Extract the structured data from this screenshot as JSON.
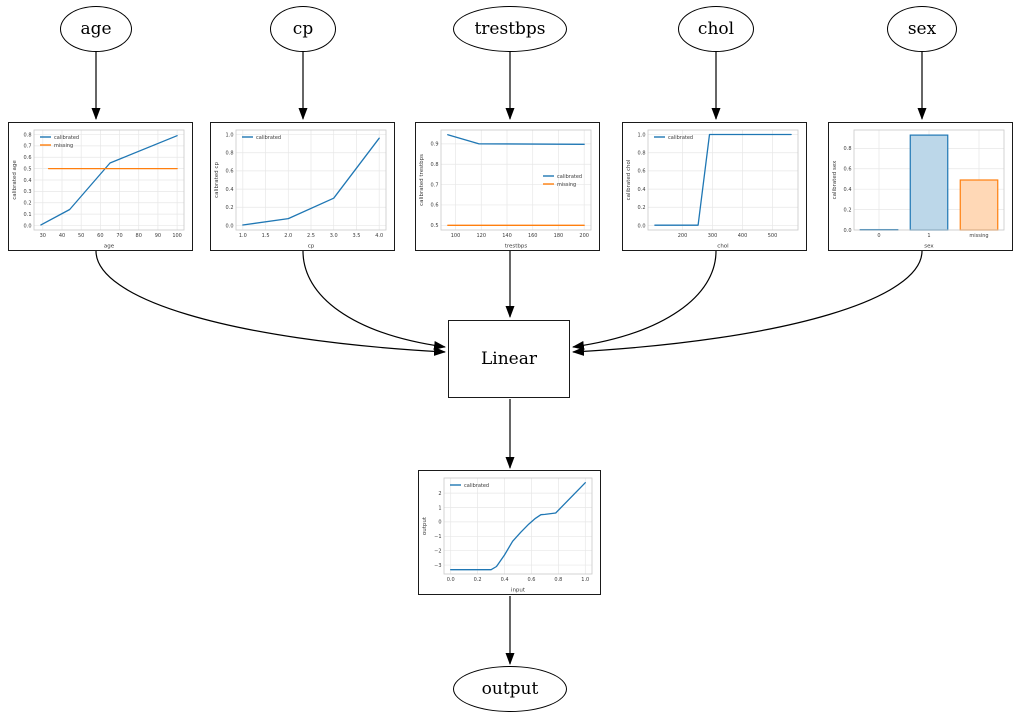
{
  "diagram": {
    "nodes": {
      "age": {
        "label": "age",
        "shape": "ellipse"
      },
      "cp": {
        "label": "cp",
        "shape": "ellipse"
      },
      "trestbps": {
        "label": "trestbps",
        "shape": "ellipse"
      },
      "chol": {
        "label": "chol",
        "shape": "ellipse"
      },
      "sex": {
        "label": "sex",
        "shape": "ellipse"
      },
      "linear": {
        "label": "Linear",
        "shape": "box"
      },
      "output": {
        "label": "output",
        "shape": "ellipse"
      }
    },
    "edges": [
      {
        "from": "age",
        "to": "age_cal"
      },
      {
        "from": "cp",
        "to": "cp_cal"
      },
      {
        "from": "trestbps",
        "to": "trestbps_cal"
      },
      {
        "from": "chol",
        "to": "chol_cal"
      },
      {
        "from": "sex",
        "to": "sex_cal"
      },
      {
        "from": "age_cal",
        "to": "linear"
      },
      {
        "from": "cp_cal",
        "to": "linear"
      },
      {
        "from": "trestbps_cal",
        "to": "linear"
      },
      {
        "from": "chol_cal",
        "to": "linear"
      },
      {
        "from": "sex_cal",
        "to": "linear"
      },
      {
        "from": "linear",
        "to": "output_cal"
      },
      {
        "from": "output_cal",
        "to": "output"
      }
    ]
  },
  "palette": {
    "calibrated": "#1f77b4",
    "missing": "#ff7f0e",
    "bar_fill_blue": "#bcd7e9",
    "bar_fill_orange": "#ffd8b6",
    "grid": "#e7e7e7",
    "spine": "#c9c9c9",
    "edge_stroke": "#000000"
  },
  "chart_data": [
    {
      "id": "age_cal",
      "type": "line",
      "title": "",
      "xlabel": "age",
      "ylabel": "calibrated age",
      "xlim": [
        25.4,
        103.6
      ],
      "ylim": [
        -0.04,
        0.84
      ],
      "grid": true,
      "xticks": {
        "values": [
          30,
          40,
          50,
          60,
          70,
          80,
          90,
          100
        ],
        "labels": [
          "30",
          "40",
          "50",
          "60",
          "70",
          "80",
          "90",
          "100"
        ]
      },
      "yticks": {
        "values": [
          0.0,
          0.1,
          0.2,
          0.3,
          0.4,
          0.5,
          0.6,
          0.7,
          0.8
        ],
        "labels": [
          "0.0",
          "0.1",
          "0.2",
          "0.3",
          "0.4",
          "0.5",
          "0.6",
          "0.7",
          "0.8"
        ]
      },
      "legend": {
        "visible": true,
        "position": "upper-left"
      },
      "series": [
        {
          "name": "calibrated",
          "color": "#1f77b4",
          "points": [
            [
              29,
              0.005
            ],
            [
              44,
              0.14
            ],
            [
              65,
              0.55
            ],
            [
              100,
              0.79
            ]
          ]
        },
        {
          "name": "missing",
          "color": "#ff7f0e",
          "points": [
            [
              33,
              0.5
            ],
            [
              100,
              0.5
            ]
          ]
        }
      ]
    },
    {
      "id": "cp_cal",
      "type": "line",
      "title": "",
      "xlabel": "cp",
      "ylabel": "calibrated cp",
      "xlim": [
        0.85,
        4.15
      ],
      "ylim": [
        -0.05,
        1.05
      ],
      "grid": true,
      "xticks": {
        "values": [
          1.0,
          1.5,
          2.0,
          2.5,
          3.0,
          3.5,
          4.0
        ],
        "labels": [
          "1.0",
          "1.5",
          "2.0",
          "2.5",
          "3.0",
          "3.5",
          "4.0"
        ]
      },
      "yticks": {
        "values": [
          0.0,
          0.2,
          0.4,
          0.6,
          0.8,
          1.0
        ],
        "labels": [
          "0.0",
          "0.2",
          "0.4",
          "0.6",
          "0.8",
          "1.0"
        ]
      },
      "legend": {
        "visible": true,
        "position": "upper-left"
      },
      "series": [
        {
          "name": "calibrated",
          "color": "#1f77b4",
          "points": [
            [
              1.0,
              0.005
            ],
            [
              2.0,
              0.075
            ],
            [
              3.0,
              0.3
            ],
            [
              4.0,
              0.96
            ]
          ]
        }
      ]
    },
    {
      "id": "trestbps_cal",
      "type": "line",
      "title": "",
      "xlabel": "trestbps",
      "ylabel": "calibrated trestbps",
      "xlim": [
        88.7,
        205.3
      ],
      "ylim": [
        0.477,
        0.968
      ],
      "grid": true,
      "xticks": {
        "values": [
          100,
          120,
          140,
          160,
          180,
          200
        ],
        "labels": [
          "100",
          "120",
          "140",
          "160",
          "180",
          "200"
        ]
      },
      "yticks": {
        "values": [
          0.5,
          0.6,
          0.7,
          0.8,
          0.9
        ],
        "labels": [
          "0.5",
          "0.6",
          "0.7",
          "0.8",
          "0.9"
        ]
      },
      "legend": {
        "visible": true,
        "position": "center-right"
      },
      "series": [
        {
          "name": "calibrated",
          "color": "#1f77b4",
          "points": [
            [
              94,
              0.945
            ],
            [
              118,
              0.9
            ],
            [
              200,
              0.898
            ]
          ]
        },
        {
          "name": "missing",
          "color": "#ff7f0e",
          "points": [
            [
              94,
              0.5
            ],
            [
              200,
              0.5
            ]
          ]
        }
      ]
    },
    {
      "id": "chol_cal",
      "type": "line",
      "title": "",
      "xlabel": "chol",
      "ylabel": "calibrated chol",
      "xlim": [
        85,
        585
      ],
      "ylim": [
        -0.05,
        1.05
      ],
      "grid": true,
      "xticks": {
        "values": [
          200,
          300,
          400,
          500
        ],
        "labels": [
          "200",
          "300",
          "400",
          "500"
        ]
      },
      "yticks": {
        "values": [
          0.0,
          0.2,
          0.4,
          0.6,
          0.8,
          1.0
        ],
        "labels": [
          "0.0",
          "0.2",
          "0.4",
          "0.6",
          "0.8",
          "1.0"
        ]
      },
      "legend": {
        "visible": true,
        "position": "upper-left"
      },
      "series": [
        {
          "name": "calibrated",
          "color": "#1f77b4",
          "points": [
            [
              108,
              0.003
            ],
            [
              252,
              0.003
            ],
            [
              290,
              1.0
            ],
            [
              562,
              1.0
            ]
          ]
        }
      ]
    },
    {
      "id": "sex_cal",
      "type": "bar",
      "title": "",
      "xlabel": "sex",
      "ylabel": "calibrated sex",
      "categories": [
        "0",
        "1",
        "missing"
      ],
      "values": [
        0.004,
        0.93,
        0.49
      ],
      "bar_colors": [
        {
          "fill": "#bcd7e9",
          "edge": "#1f77b4"
        },
        {
          "fill": "#bcd7e9",
          "edge": "#1f77b4"
        },
        {
          "fill": "#ffd8b6",
          "edge": "#ff7f0e"
        }
      ],
      "ylim": [
        0,
        0.98
      ],
      "grid": true,
      "yticks": {
        "values": [
          0.0,
          0.2,
          0.4,
          0.6,
          0.8
        ],
        "labels": [
          "0.0",
          "0.2",
          "0.4",
          "0.6",
          "0.8"
        ]
      },
      "legend": {
        "visible": false
      }
    },
    {
      "id": "output_cal",
      "type": "line",
      "title": "",
      "xlabel": "input",
      "ylabel": "output",
      "xlim": [
        -0.05,
        1.05
      ],
      "ylim": [
        -3.62,
        3.05
      ],
      "grid": true,
      "xticks": {
        "values": [
          0.0,
          0.2,
          0.4,
          0.6,
          0.8,
          1.0
        ],
        "labels": [
          "0.0",
          "0.2",
          "0.4",
          "0.6",
          "0.8",
          "1.0"
        ]
      },
      "yticks": {
        "values": [
          -3,
          -2,
          -1,
          0,
          1,
          2
        ],
        "labels": [
          "−3",
          "−2",
          "−1",
          "0",
          "1",
          "2"
        ]
      },
      "legend": {
        "visible": true,
        "position": "upper-left"
      },
      "series": [
        {
          "name": "calibrated",
          "color": "#1f77b4",
          "points": [
            [
              0.0,
              -3.32
            ],
            [
              0.3,
              -3.32
            ],
            [
              0.34,
              -3.1
            ],
            [
              0.4,
              -2.3
            ],
            [
              0.46,
              -1.35
            ],
            [
              0.52,
              -0.72
            ],
            [
              0.58,
              -0.15
            ],
            [
              0.63,
              0.25
            ],
            [
              0.67,
              0.5
            ],
            [
              0.7,
              0.52
            ],
            [
              0.78,
              0.62
            ],
            [
              1.0,
              2.72
            ]
          ]
        }
      ]
    }
  ]
}
